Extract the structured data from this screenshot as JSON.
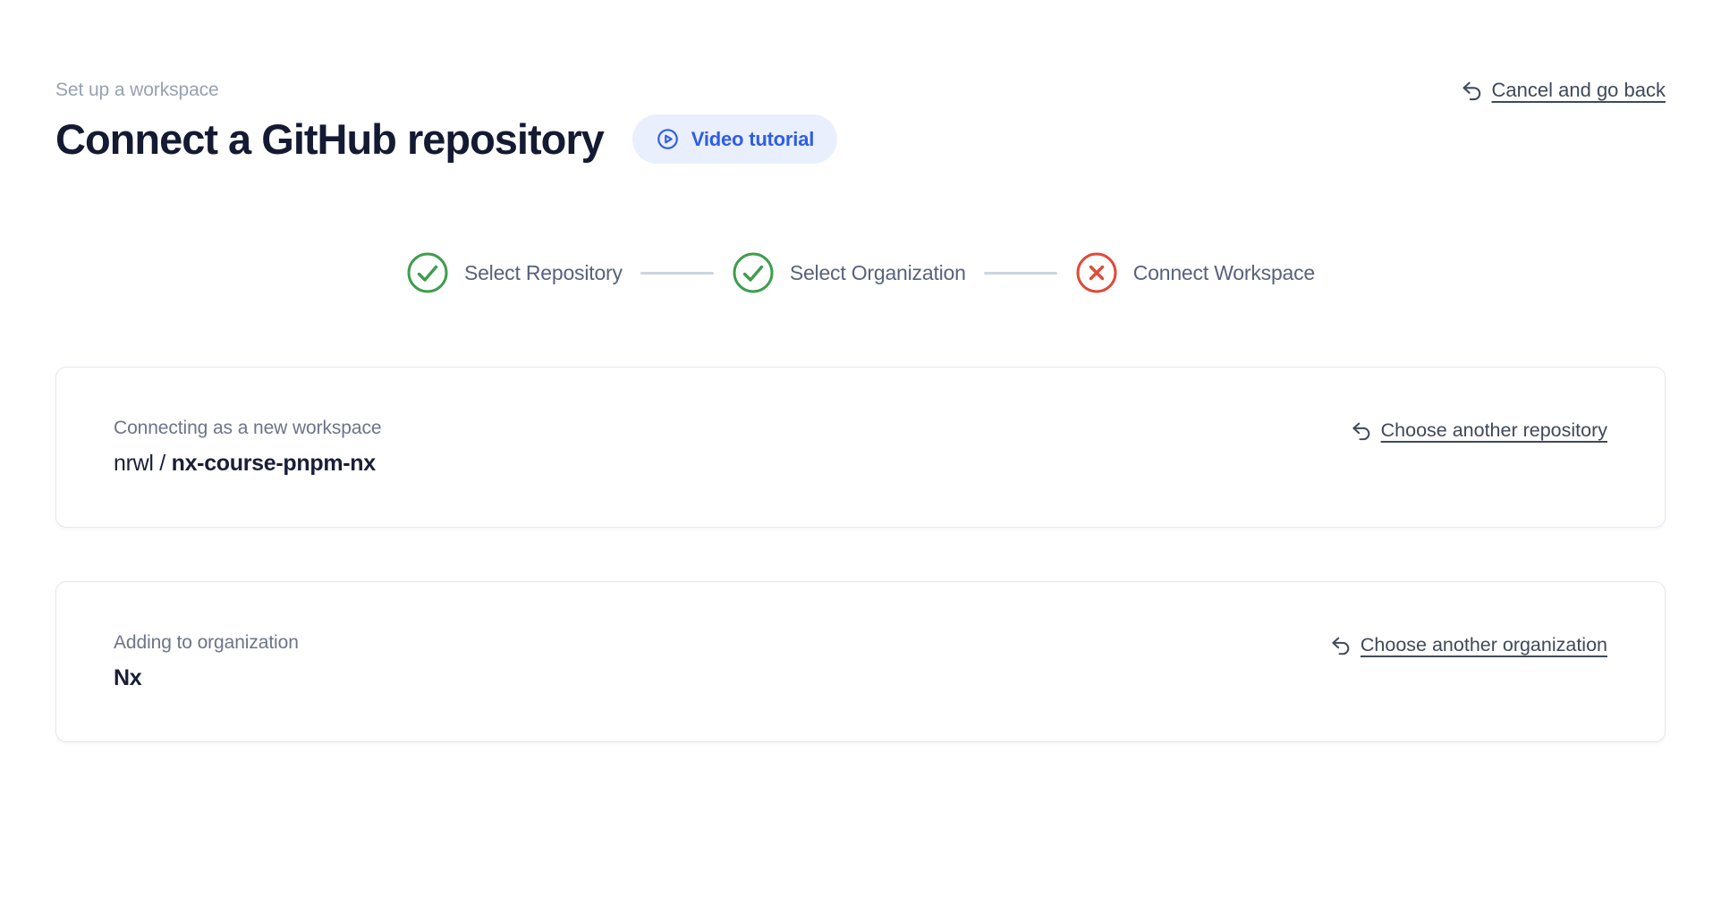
{
  "header": {
    "eyebrow": "Set up a workspace",
    "title": "Connect a GitHub repository",
    "video_tutorial_label": "Video tutorial",
    "cancel_label": "Cancel and go back"
  },
  "stepper": {
    "steps": [
      {
        "label": "Select Repository",
        "status": "done"
      },
      {
        "label": "Select Organization",
        "status": "done"
      },
      {
        "label": "Connect Workspace",
        "status": "error"
      }
    ]
  },
  "repository_card": {
    "label": "Connecting as a new workspace",
    "owner": "nrwl /",
    "repo_name": "nx-course-pnpm-nx",
    "action_label": "Choose another repository"
  },
  "organization_card": {
    "label": "Adding to organization",
    "org_name": "Nx",
    "action_label": "Choose another organization"
  },
  "colors": {
    "accent_blue": "#2e5de6",
    "pill_background": "#e9effc",
    "success_green": "#3f9d4e",
    "error_red": "#df4b38",
    "connector_gray": "#cbd5e1",
    "muted_label": "#6c7488",
    "eyebrow_gray": "#97a1b2",
    "link_slate": "#3f4959",
    "title_navy": "#151a33"
  }
}
